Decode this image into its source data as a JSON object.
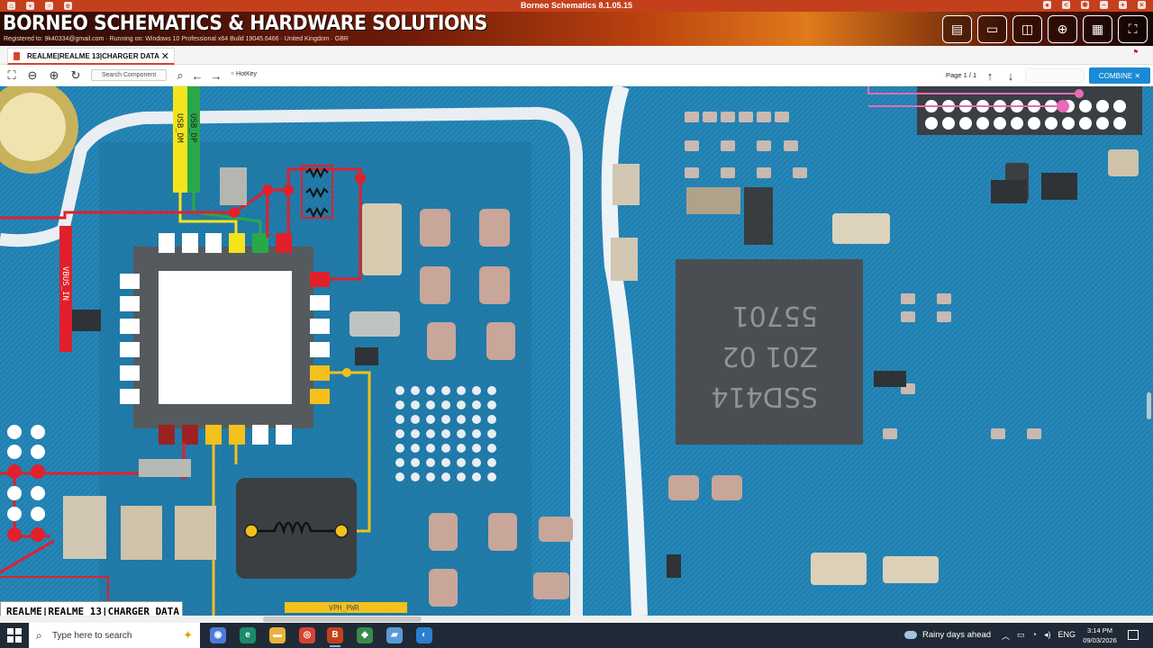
{
  "window": {
    "title": "Borneo Schematics 8.1.05.15"
  },
  "banner": {
    "brand": "BORNEO SCHEMATICS & HARDWARE SOLUTIONS",
    "registration": "Registered to: 9k40334@gmail.com · Running on: Windows 10 Professional x64 Build 19045.6466 · United Kingdom · GBR",
    "buttons": [
      "notes-icon",
      "screen-icon",
      "devices-icon",
      "zoom-icon",
      "panels-icon",
      "fullscreen-icon"
    ]
  },
  "tab": {
    "label": "REALME|REALME 13|CHARGER DATA",
    "close": "✕"
  },
  "toolbar": {
    "search_placeholder": "Search Component",
    "hotkey_label": "HotKey",
    "page_indicator": "Page 1 / 1",
    "combine_label": "COMBINE ✕"
  },
  "board": {
    "label": "REALME|REALME 13|CHARGER DATA",
    "nets": {
      "usb_dm": "USB_DM",
      "usb_dp": "USB_DP",
      "vbus_in": "VBUS_IN",
      "vph_pwr": "VPH_PWR"
    },
    "ic_marking": [
      "SSD414",
      "Z01 02",
      "55701"
    ]
  },
  "colors": {
    "board": "#1f7aa8",
    "trace_red": "#e0202c",
    "trace_yellow": "#f4c01c",
    "trace_green": "#2aa848",
    "accent": "#1a8ad4",
    "titlebar": "#c4401c"
  },
  "taskbar": {
    "search_placeholder": "Type here to search",
    "weather": "Rainy days ahead",
    "language": "ENG",
    "time": "3:14 PM",
    "date": "09/03/2026"
  }
}
